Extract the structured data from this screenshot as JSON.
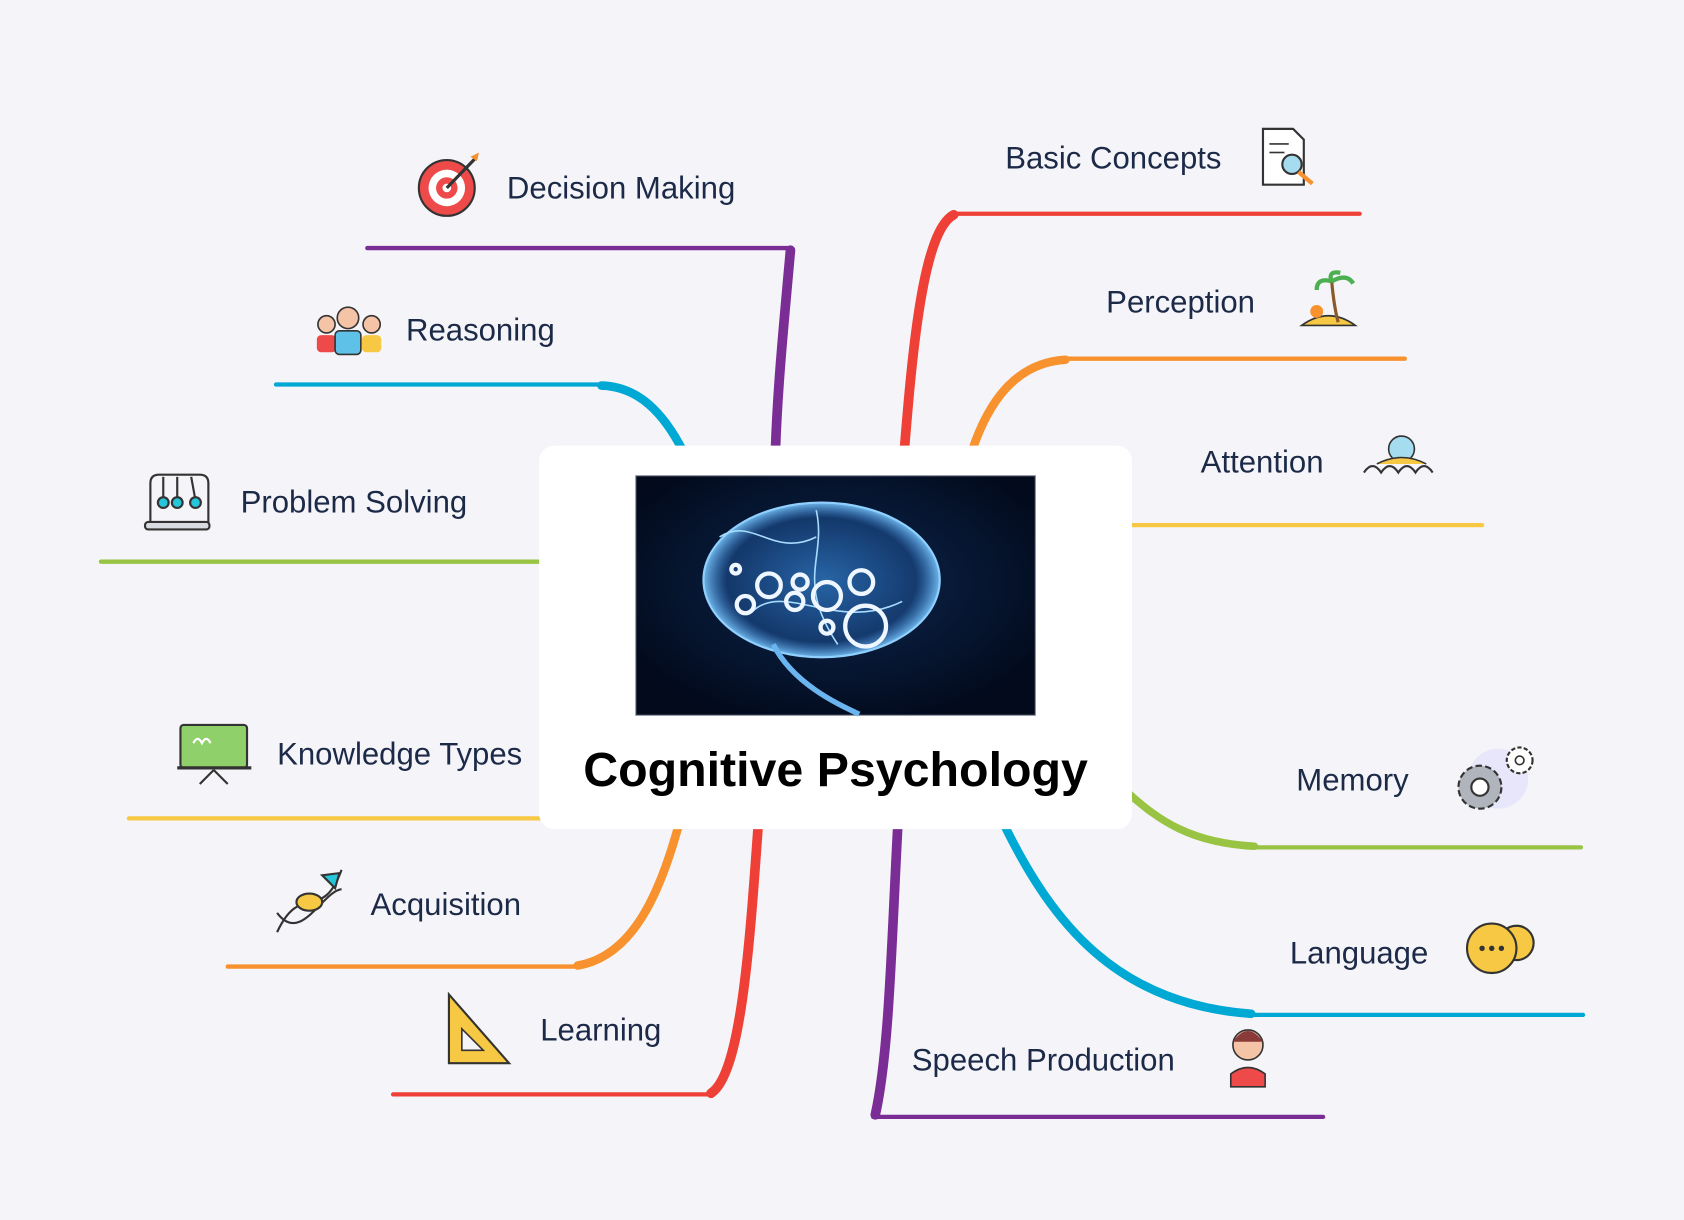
{
  "central": {
    "title": "Cognitive Psychology",
    "image": "brain-with-gears"
  },
  "branches": [
    {
      "label": "Decision Making",
      "icon": "target-icon",
      "color": "#7b2d96"
    },
    {
      "label": "Reasoning",
      "icon": "people-icon",
      "color": "#00a8d4"
    },
    {
      "label": "Problem Solving",
      "icon": "newtons-cradle-icon",
      "color": "#98c343"
    },
    {
      "label": "Knowledge Types",
      "icon": "chalkboard-icon",
      "color": "#f7c843"
    },
    {
      "label": "Acquisition",
      "icon": "dna-icon",
      "color": "#f7922e"
    },
    {
      "label": "Learning",
      "icon": "set-square-icon",
      "color": "#ee4036"
    },
    {
      "label": "Speech Production",
      "icon": "speaker-person-icon",
      "color": "#7b2d96"
    },
    {
      "label": "Language",
      "icon": "chat-bubbles-icon",
      "color": "#00a8d4"
    },
    {
      "label": "Memory",
      "icon": "gears-icon",
      "color": "#98c343"
    },
    {
      "label": "Attention",
      "icon": "swimmer-icon",
      "color": "#f7c843"
    },
    {
      "label": "Perception",
      "icon": "palm-island-icon",
      "color": "#f7922e"
    },
    {
      "label": "Basic Concepts",
      "icon": "document-search-icon",
      "color": "#ee4036"
    }
  ]
}
